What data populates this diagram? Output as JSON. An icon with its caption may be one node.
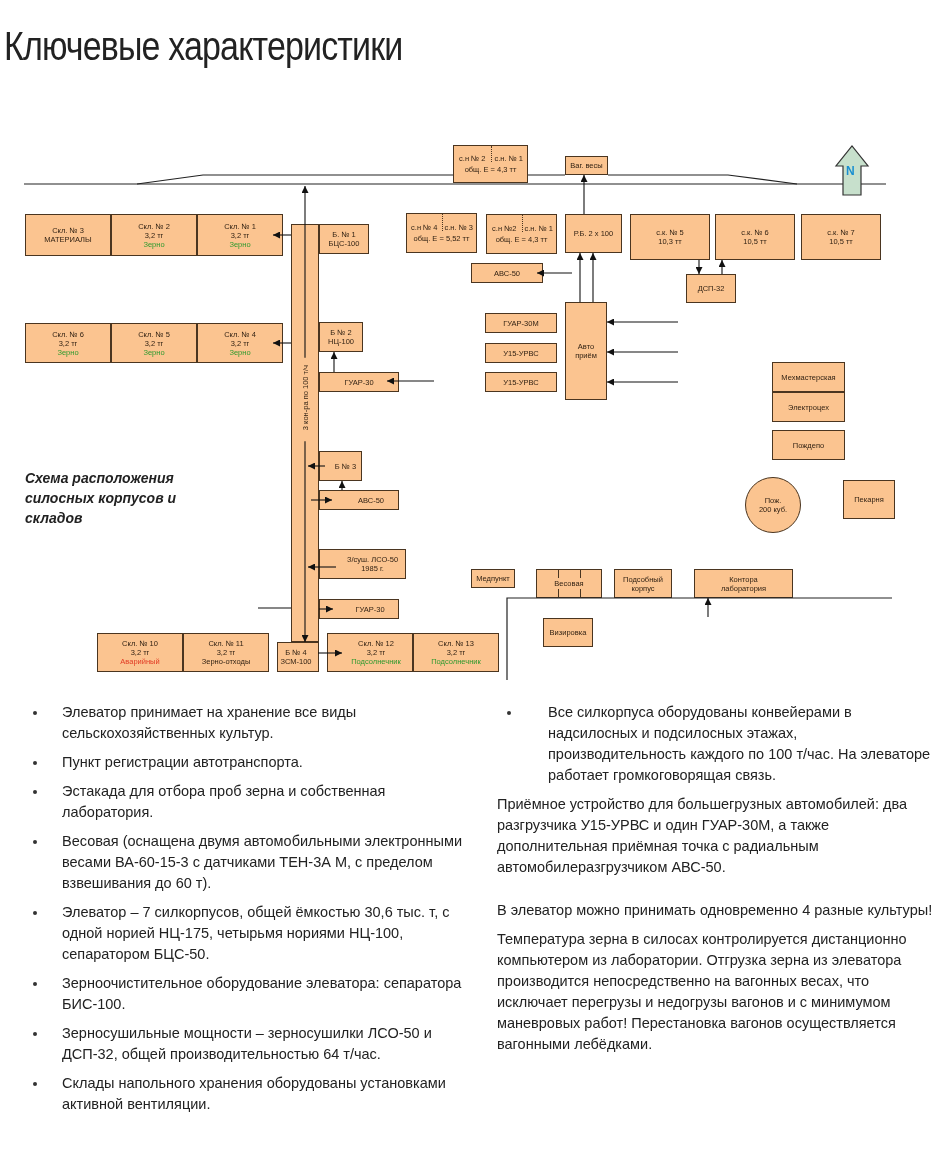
{
  "diagram": {
    "title": "Ключевые характеристики",
    "nodes": [
      {
        "text": [
          "с.н № 2",
          "с.н. № 1",
          "общ. Е = 4,3 тт"
        ]
      },
      {
        "text": [
          "Ваг. весы"
        ]
      },
      {
        "text": [
          "Скл. № 3",
          "МАТЕРИАЛЫ"
        ]
      },
      {
        "text": [
          "Скл. № 2",
          "3,2 тг",
          "Зерно"
        ]
      },
      {
        "text": [
          "Скл. № 1",
          "3,2 тг",
          "Зерно"
        ]
      },
      {
        "text": [
          "3 кон-ра по 100 т/ч"
        ]
      },
      {
        "text": [
          "Б. № 1",
          "БЦС-100"
        ]
      },
      {
        "text": [
          "с.н № 4",
          "с.н. № 3",
          "общ. Е = 5,52 тт"
        ]
      },
      {
        "text": [
          "с.н №2",
          "с.н. № 1",
          "общ. Е = 4,3 тт"
        ]
      },
      {
        "text": [
          "Р.Б. 2 х 100"
        ]
      },
      {
        "text": [
          "с.к. № 5",
          "10,3 тт"
        ]
      },
      {
        "text": [
          "с.к. № 6",
          "10,5 тт"
        ]
      },
      {
        "text": [
          "с.к. № 7",
          "10,5 тт"
        ]
      },
      {
        "text": [
          "АВС-50"
        ]
      },
      {
        "text": [
          "ДСП-32"
        ]
      },
      {
        "text": [
          "ГУАР-30М"
        ]
      },
      {
        "text": [
          "Авто",
          "приём"
        ]
      },
      {
        "text": [
          "Скл. № 6",
          "3,2 тг",
          "Зерно"
        ]
      },
      {
        "text": [
          "Скл. № 5",
          "3,2 тг",
          "Зерно"
        ]
      },
      {
        "text": [
          "Скл. № 4",
          "3,2 тг",
          "Зерно"
        ]
      },
      {
        "text": [
          "Б № 2",
          "НЦ-100"
        ]
      },
      {
        "text": [
          "У15-УРВС"
        ]
      },
      {
        "text": [
          "ГУАР-30"
        ]
      },
      {
        "text": [
          "У15-УРВС"
        ]
      },
      {
        "text": [
          "Мехмастерская"
        ]
      },
      {
        "text": [
          "Электроцех"
        ]
      },
      {
        "text": [
          "Пождепо"
        ]
      },
      {
        "text": [
          "Б № 3"
        ]
      },
      {
        "text": [
          "АВС-50"
        ]
      },
      {
        "text": [
          "Пож.",
          "200 куб."
        ]
      },
      {
        "text": [
          "Пекарня"
        ]
      },
      {
        "text": [
          "З/суш. ЛСО-50",
          "1985 г."
        ]
      },
      {
        "text": [
          "Медпункт"
        ]
      },
      {
        "text": [
          "Весовая"
        ]
      },
      {
        "text": [
          "Подсобный",
          "корпус"
        ]
      },
      {
        "text": [
          "Контора",
          "лаборатория"
        ]
      },
      {
        "text": [
          "ГУАР-30"
        ]
      },
      {
        "text": [
          "Визировка"
        ]
      },
      {
        "text": [
          "Скл. № 10",
          "3,2 тг",
          "Аварийный"
        ]
      },
      {
        "text": [
          "Скл. № 11",
          "3,2 тг",
          "Зерно-отходы"
        ]
      },
      {
        "text": [
          "Б № 4",
          "ЗСМ-100"
        ]
      },
      {
        "text": [
          "Скл. № 12",
          "3,2 тг",
          "Подсолнечник"
        ]
      },
      {
        "text": [
          "Скл. № 13",
          "3,2 тг",
          "Подсолнечник"
        ]
      }
    ],
    "edges": [
      {
        "from": 5,
        "to": null,
        "arrow": "to"
      },
      {
        "from": 5,
        "to": 4,
        "arrow": "to"
      },
      {
        "from": 5,
        "to": 19,
        "arrow": "to"
      },
      {
        "from": null,
        "to": 22,
        "arrow": "to"
      },
      {
        "from": 22,
        "to": 20,
        "arrow": "to"
      },
      {
        "from": 27,
        "to": 5,
        "arrow": "to"
      },
      {
        "from": 28,
        "to": 27,
        "arrow": "to"
      },
      {
        "from": 5,
        "to": 28,
        "arrow": "to"
      },
      {
        "from": 31,
        "to": 5,
        "arrow": "to"
      },
      {
        "from": 5,
        "to": 36,
        "arrow": "to"
      },
      {
        "from": null,
        "to": 5,
        "arrow": "none"
      },
      {
        "from": 5,
        "to": 40,
        "arrow": "to"
      },
      {
        "from": 40,
        "to": 41,
        "arrow": "to"
      },
      {
        "from": null,
        "to": 13,
        "arrow": "to"
      },
      {
        "from": 16,
        "to": 9,
        "arrow": "to"
      },
      {
        "from": 16,
        "to": 9,
        "arrow": "to"
      },
      {
        "from": 9,
        "to": 1,
        "arrow": "to"
      },
      {
        "from": 10,
        "to": 14,
        "arrow": "to"
      },
      {
        "from": 14,
        "to": 11,
        "arrow": "to"
      },
      {
        "from": null,
        "to": 16,
        "arrow": "to"
      },
      {
        "from": null,
        "to": 16,
        "arrow": "to"
      },
      {
        "from": null,
        "to": 16,
        "arrow": "to"
      },
      {
        "from": null,
        "to": 35,
        "arrow": "to"
      }
    ],
    "labels": [
      "N",
      "Схема расположения силосных корпусов и складов",
      "Элеватор принимает на хранение все виды сельскохозяйственных культур.",
      "Пункт регистрации автотранспорта.",
      "Эстакада для отбора проб зерна и собственная лаборатория.",
      "Весовая (оснащена двумя автомобильными электронными весами ВА-60-15-3 с датчиками ТЕН-3А М, с пределом взвешивания до 60 т).",
      "Элеватор – 7 силкорпусов, общей ёмкостью 30,6 тыс. т, с одной норией НЦ-175, четырьмя нориями НЦ-100, сепаратором БЦС-50.",
      "Зерноочистительное оборудование элеватора: сепаратора БИС-100.",
      "Зерносушильные мощности – зерносушилки ЛСО-50 и ДСП-32, общей производительностью 64 т/час.",
      "Склады напольного хранения оборудованы установками активной вентиляции.",
      "Все силкорпуса оборудованы конвейерами в надсилосных и подсилосных этажах, производительность каждого по 100 т/час. На элеваторе работает громкоговорящая связь.",
      "Приёмное устройство для большегрузных автомобилей: два разгрузчика У15-УРВС и один ГУАР-30М, а также дополнительная приёмная точка с радиальным автомобилеразгрузчиком АВС-50.",
      "В элеватор можно принимать одновременно 4 разные культуры!",
      "Температура зерна в силосах контролируется дистанционно компьютером из лаборатории. Отгрузка зерна из элеватора производится непосредственно на вагонных весах, что исключает перегрузы и недогрузы вагонов и с минимумом маневровых работ! Перестановка вагонов осуществляется вагонными лебёдками."
    ]
  }
}
